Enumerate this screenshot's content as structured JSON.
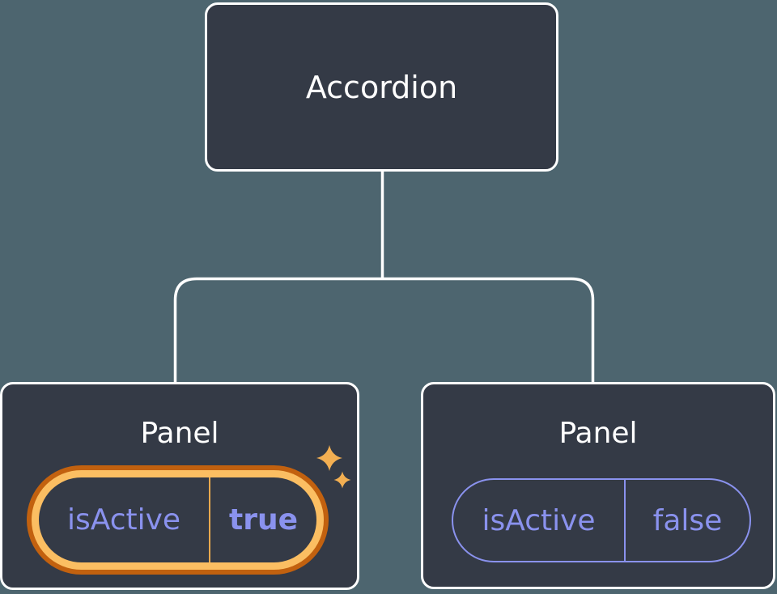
{
  "colors": {
    "background": "#4D656F",
    "node_fill": "#343A46",
    "node_border": "#FFFFFF",
    "node_text": "#FFFFFF",
    "connector": "#FFFFFF",
    "state_text": "#8A92EE",
    "state_border": "#8A92EE",
    "highlight_ring_outer": "#C2610F",
    "highlight_ring_inner": "#FBBE62",
    "highlight_divider": "#E9A94E",
    "sparkle": "#F3AF52"
  },
  "icons": {
    "sparkle": "four-point-sparkle-star"
  },
  "tree": {
    "root": {
      "label": "Accordion"
    },
    "children": [
      {
        "label": "Panel",
        "state": {
          "key": "isActive",
          "value": "true"
        },
        "highlighted": true
      },
      {
        "label": "Panel",
        "state": {
          "key": "isActive",
          "value": "false"
        },
        "highlighted": false
      }
    ]
  }
}
